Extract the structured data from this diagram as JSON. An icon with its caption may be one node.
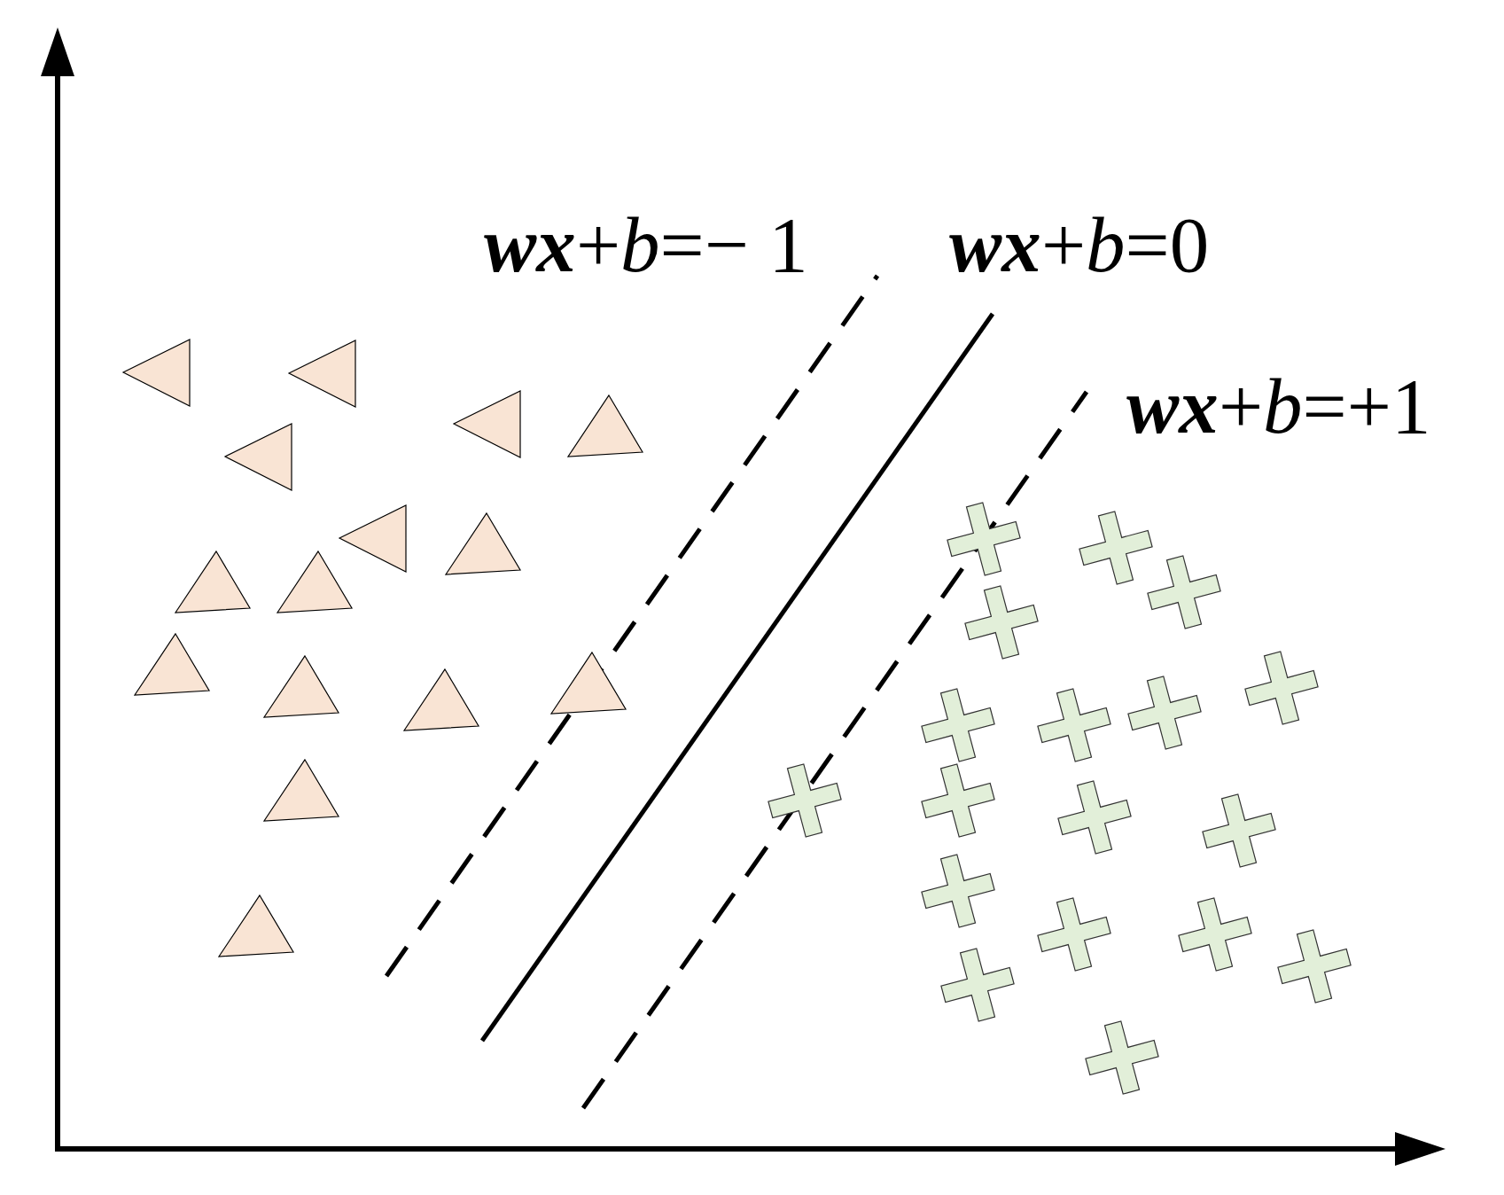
{
  "diagram": {
    "labels": [
      "**wx**+*b*=− 1",
      "**wx**+*b*=0",
      "**wx**+*b*=+1"
    ]
  }
}
